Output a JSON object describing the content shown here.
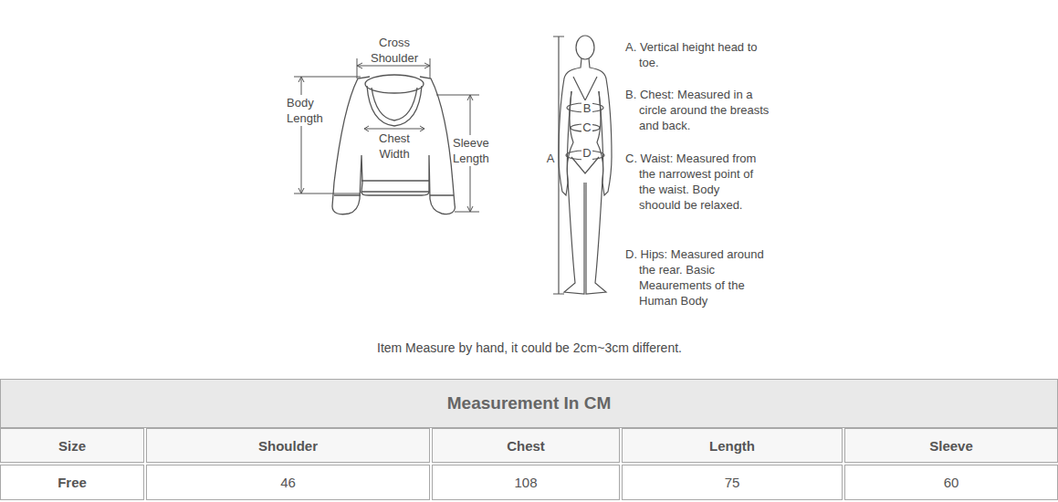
{
  "diagram": {
    "labels": [
      "Cross Shoulder",
      "Body Length",
      "Chest Width",
      "Sleeve Length",
      "B",
      "C",
      "A",
      "D",
      "A. Vertical height head to toe.",
      "B. Chest: Measured in a circle around the breasts and back.",
      "C. Waist: Measured from the narrowest point of the waist. Body shoould be relaxed.",
      "D. Hips: Measured around the rear. Basic Meaurements of the Human Body",
      "Item Measure by hand, it could be 2cm~3cm different.",
      "Measurement In CM",
      "Size",
      "Shoulder",
      "Chest",
      "Length",
      "Sleeve",
      "Free",
      "46",
      "108",
      "75",
      "60"
    ]
  }
}
